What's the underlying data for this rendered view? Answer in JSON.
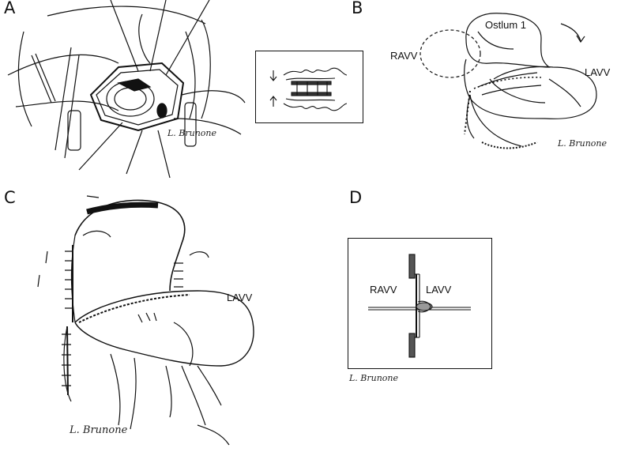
{
  "panels": {
    "a": {
      "letter": "A",
      "signature": "L. Brunone"
    },
    "b": {
      "letter": "B",
      "ostium": "Ostlum 1",
      "ravv": "RAVV",
      "lavv": "LAVV",
      "signature": "L. Brunone"
    },
    "c": {
      "letter": "C",
      "lavv": "LAVV",
      "signature": "L. Brunone"
    },
    "d": {
      "letter": "D",
      "ravv": "RAVV",
      "lavv": "LAVV",
      "signature": "L. Brunone"
    }
  },
  "colors": {
    "ink": "#111111",
    "paper": "#ffffff"
  }
}
